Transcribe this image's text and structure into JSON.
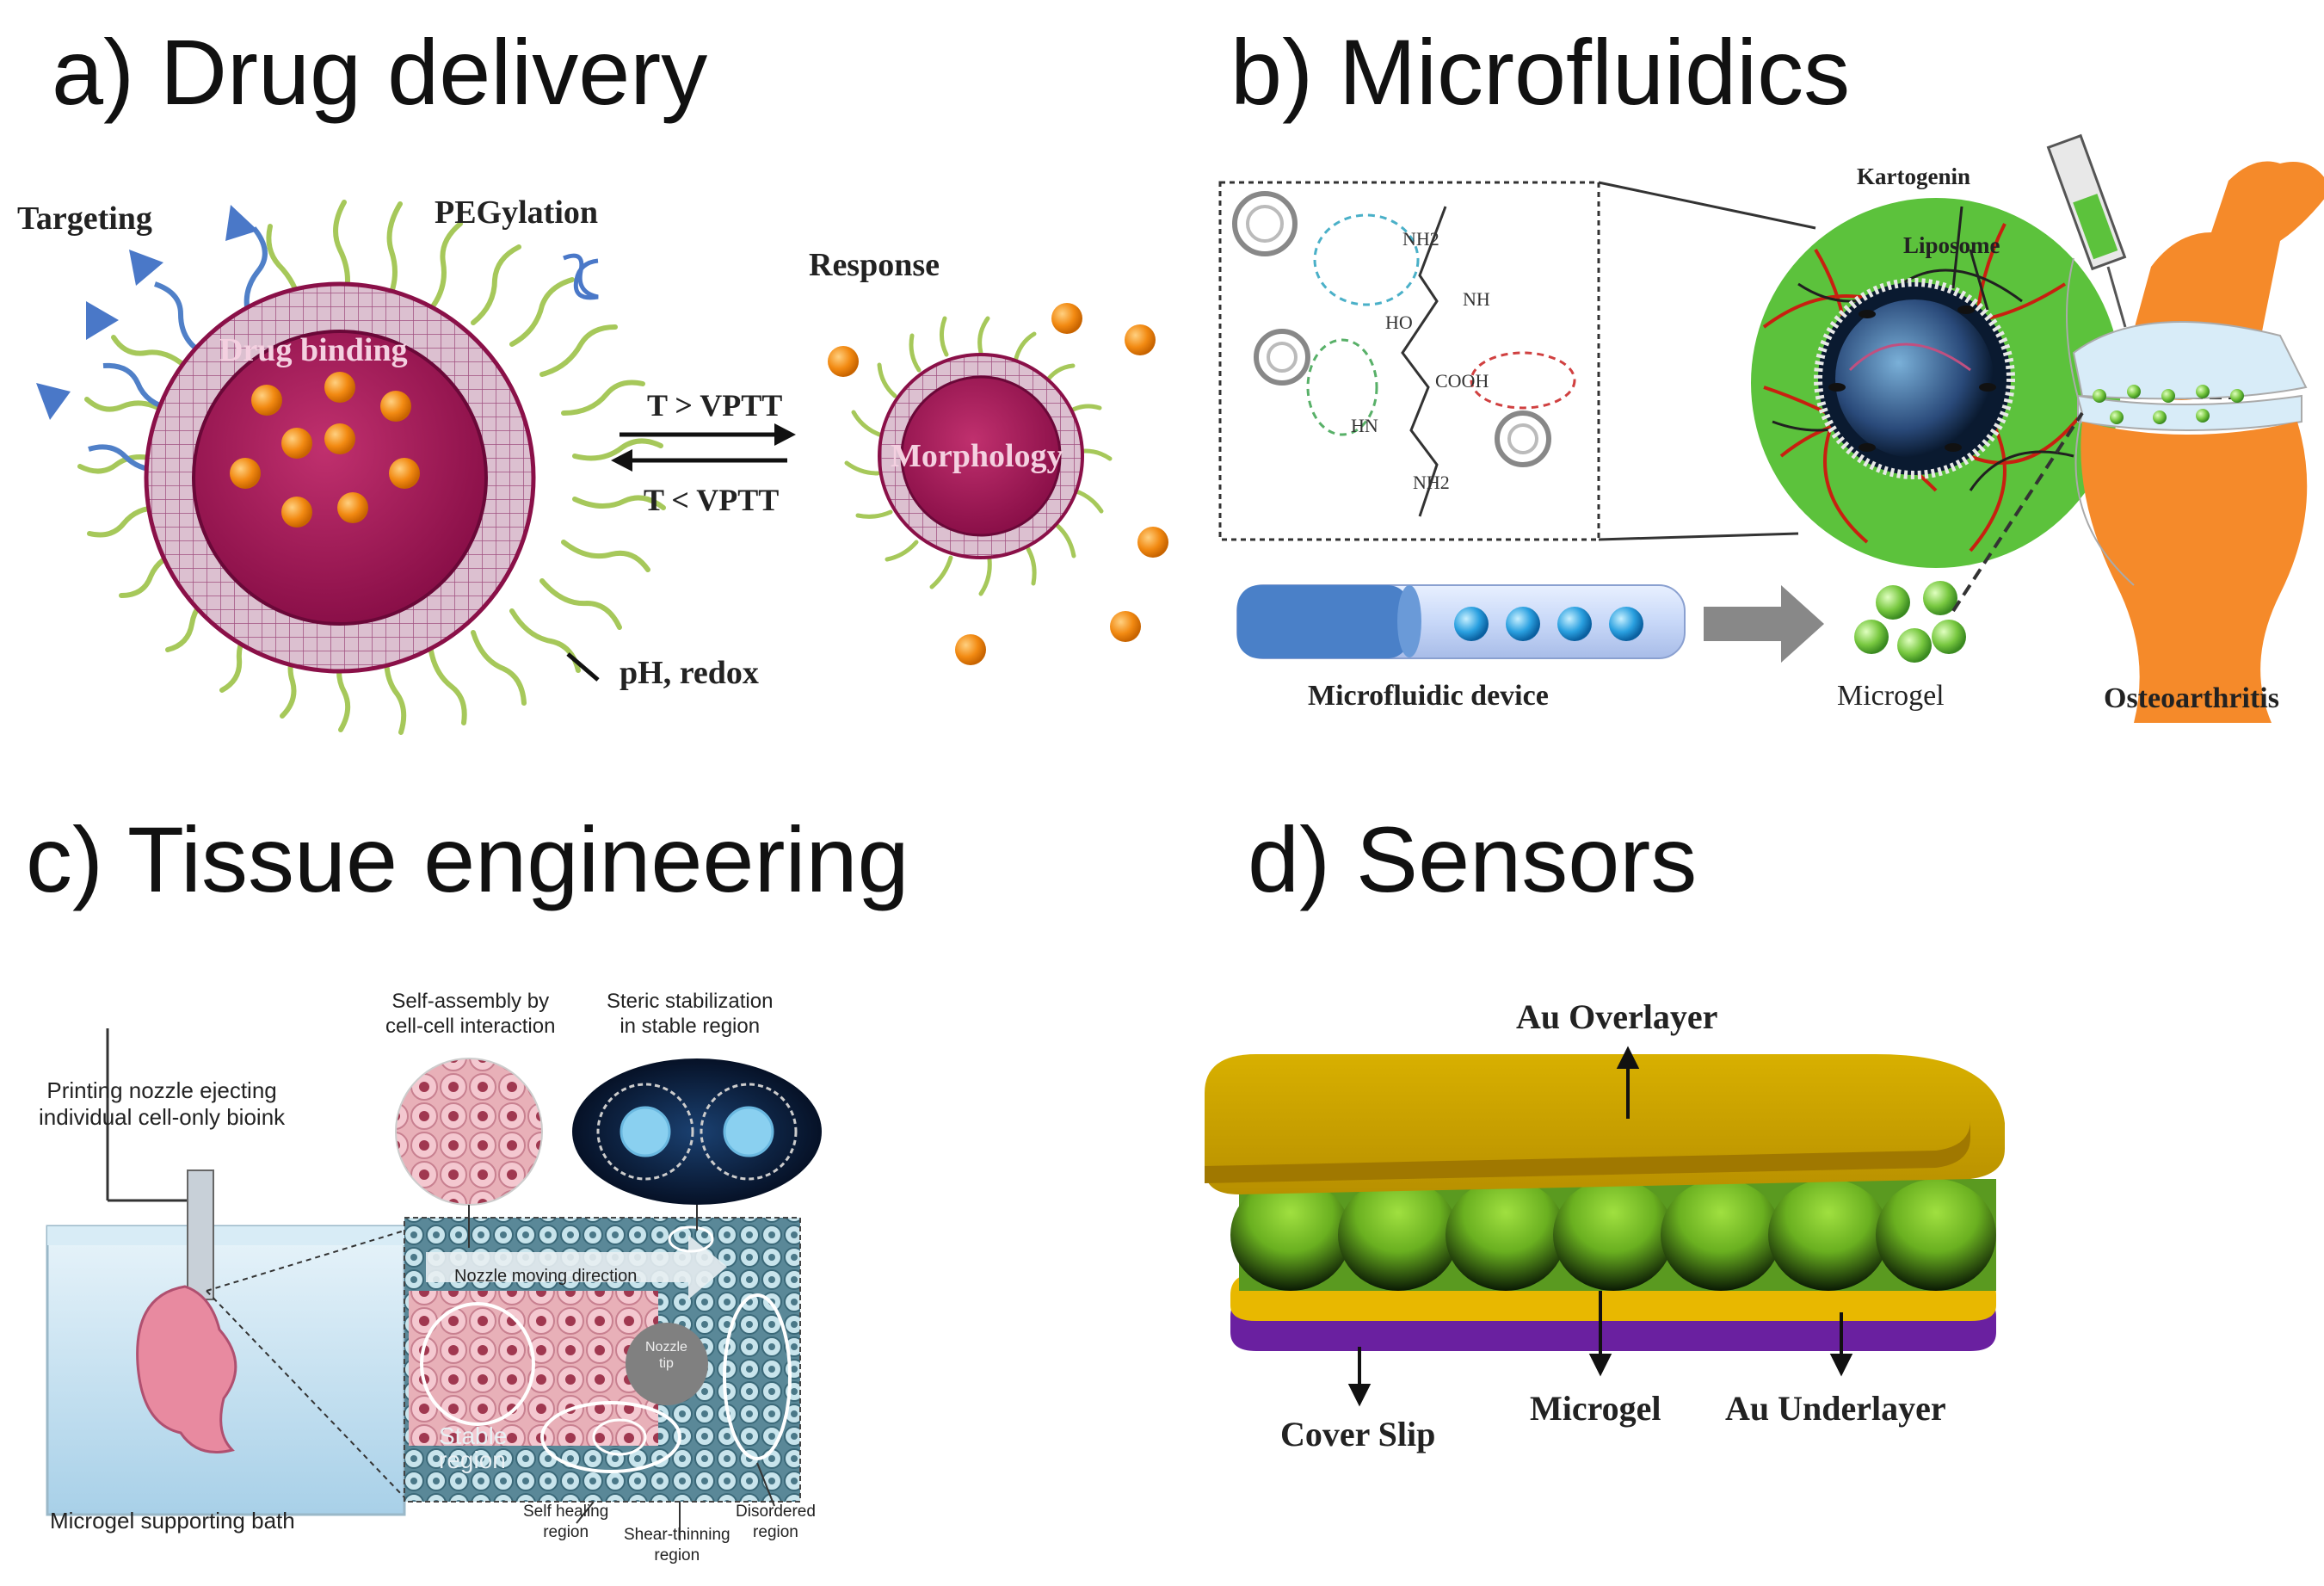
{
  "panels": {
    "a": {
      "title": "a) Drug delivery",
      "labels": {
        "targeting": "Targeting",
        "pegylation": "PEGylation",
        "drug_binding": "Drug binding",
        "response": "Response",
        "t_above": "T > VPTT",
        "t_below": "T < VPTT",
        "morphology": "Morphology",
        "ph_redox": "pH, redox"
      }
    },
    "b": {
      "title": "b) Microfluidics",
      "labels": {
        "kartogenin": "Kartogenin",
        "liposome": "Liposome",
        "microfluidic_device": "Microfluidic device",
        "microgel": "Microgel",
        "osteoarthritis": "Osteoarthritis",
        "nh2_a": "NH2",
        "nh2_b": "NH2",
        "ho": "HO",
        "nh": "NH",
        "cooh": "COOH",
        "hn": "HN"
      }
    },
    "c": {
      "title": "c) Tissue engineering",
      "labels": {
        "self_assembly": "Self-assembly by\ncell-cell interaction",
        "steric": "Steric stabilization\nin stable region",
        "printing_nozzle": "Printing nozzle ejecting\nindividual cell-only bioink",
        "nozzle_direction": "Nozzle moving direction",
        "nozzle_tip": "Nozzle\ntip",
        "stable_region": "Stable\nregion",
        "self_healing": "Self healing\nregion",
        "shear_thinning": "Shear-thinning\nregion",
        "disordered": "Disordered\nregion",
        "supporting_bath": "Microgel supporting bath"
      }
    },
    "d": {
      "title": "d) Sensors",
      "labels": {
        "au_overlayer": "Au Overlayer",
        "cover_slip": "Cover Slip",
        "microgel": "Microgel",
        "au_underlayer": "Au Underlayer"
      }
    }
  },
  "colors": {
    "magenta": "#a01a5a",
    "orange_dot": "#f28a12",
    "green_chain": "#9cc24a",
    "blue_arrow": "#4a78c8",
    "gold": "#c8a000",
    "purple": "#7a2fa0",
    "bone_orange": "#f58a2a",
    "gel_green": "#5fc23a"
  }
}
